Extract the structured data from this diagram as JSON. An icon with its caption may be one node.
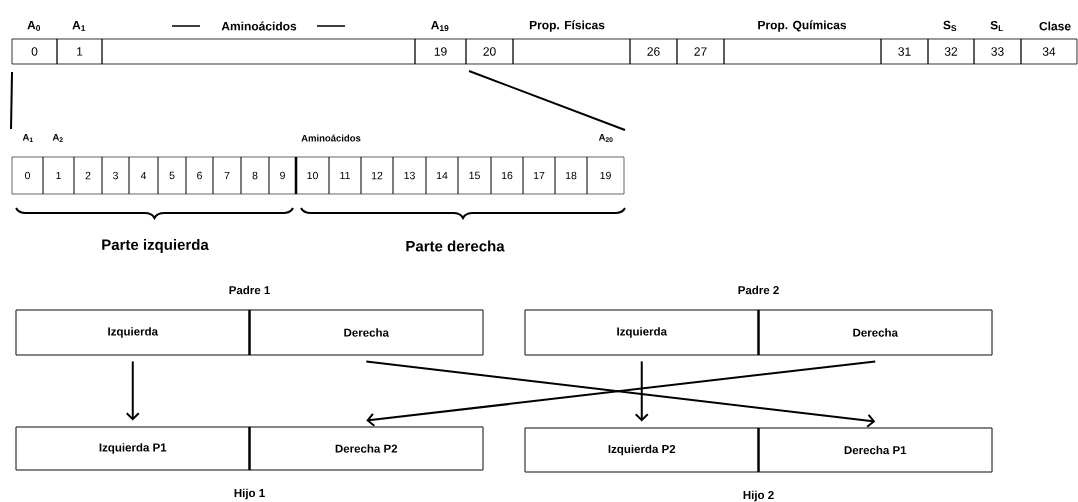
{
  "diagram": {
    "nodes": [
      {
        "text": [
          "Padre 1"
        ]
      },
      {
        "text": [
          "Izquierda"
        ],
        "in": 0
      },
      {
        "text": [
          "Derecha"
        ],
        "in": 0
      },
      {
        "text": [
          "Padre 2"
        ]
      },
      {
        "text": [
          "Izquierda"
        ],
        "in": 3
      },
      {
        "text": [
          "Derecha"
        ],
        "in": 3
      },
      {
        "text": [
          "Hijo 1"
        ]
      },
      {
        "text": [
          "Izquierda P1"
        ],
        "in": 6
      },
      {
        "text": [
          "Derecha P2"
        ],
        "in": 6
      },
      {
        "text": [
          "Hijo 2"
        ]
      },
      {
        "text": [
          "Izquierda P2"
        ],
        "in": 9
      },
      {
        "text": [
          "Derecha P1"
        ],
        "in": 9
      }
    ],
    "edges": [
      {
        "from": 1,
        "to": 7,
        "arrow": "to"
      },
      {
        "from": 2,
        "to": 11,
        "arrow": "to"
      },
      {
        "from": 5,
        "to": 8,
        "arrow": "to"
      },
      {
        "from": 4,
        "to": 10,
        "arrow": "to"
      }
    ],
    "labels": [
      "A$_{0}$",
      "A$_{1}$",
      "Aminoácidos",
      "A$_{19}$",
      "Prop. Físicas",
      "Prop. Químicas",
      "S$_{S}$",
      "S$_{L}$",
      "Clase",
      "0",
      "1",
      "19",
      "20",
      "26",
      "27",
      "31",
      "32",
      "33",
      "34",
      "A$_{1}$",
      "A$_{2}$",
      "Aminoácidos",
      "A$_{20}$",
      "0",
      "1",
      "2",
      "3",
      "4",
      "5",
      "6",
      "7",
      "8",
      "9",
      "10",
      "11",
      "12",
      "13",
      "14",
      "15",
      "16",
      "17",
      "18",
      "19",
      "Parte izquierda",
      "Parte derecha"
    ]
  }
}
